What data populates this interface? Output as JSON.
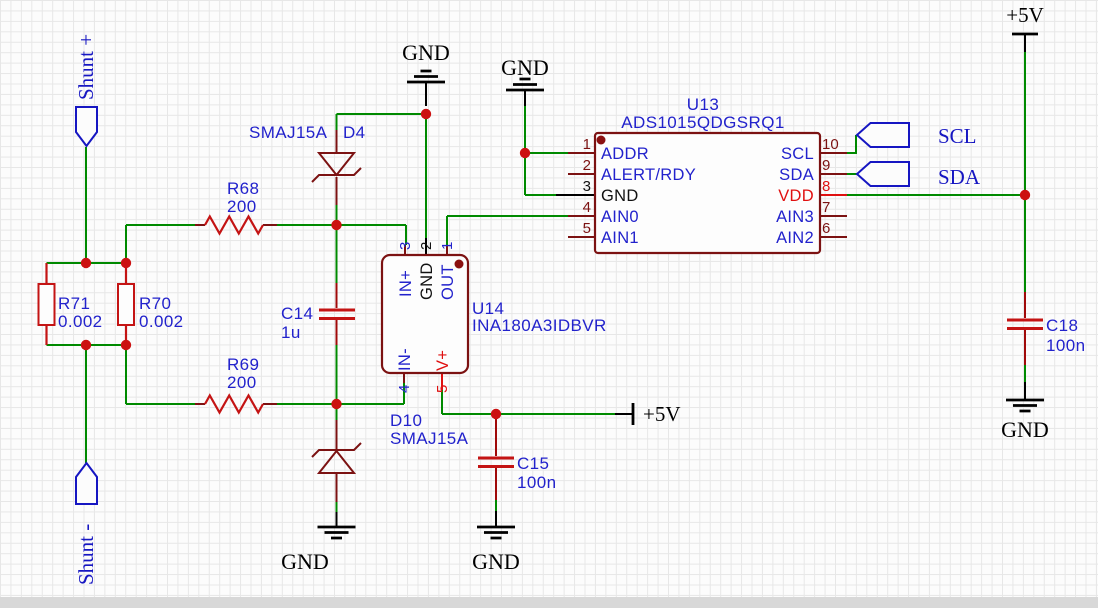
{
  "nets": {
    "shunt_plus": "Shunt +",
    "shunt_minus": "Shunt -",
    "scl": "SCL",
    "sda": "SDA",
    "gnd": "GND",
    "p5v": "+5V"
  },
  "components": {
    "R68": {
      "ref": "R68",
      "value": "200"
    },
    "R69": {
      "ref": "R69",
      "value": "200"
    },
    "R70": {
      "ref": "R70",
      "value": "0.002"
    },
    "R71": {
      "ref": "R71",
      "value": "0.002"
    },
    "C14": {
      "ref": "C14",
      "value": "1u"
    },
    "C15": {
      "ref": "C15",
      "value": "100n"
    },
    "C18": {
      "ref": "C18",
      "value": "100n"
    },
    "D4": {
      "ref": "D4",
      "value": "SMAJ15A"
    },
    "D10": {
      "ref": "D10",
      "value": "SMAJ15A"
    },
    "U13": {
      "ref": "U13",
      "part": "ADS1015QDGSRQ1",
      "pins_left": [
        {
          "num": "1",
          "name": "ADDR"
        },
        {
          "num": "2",
          "name": "ALERT/RDY"
        },
        {
          "num": "3",
          "name": "GND"
        },
        {
          "num": "4",
          "name": "AIN0"
        },
        {
          "num": "5",
          "name": "AIN1"
        }
      ],
      "pins_right": [
        {
          "num": "10",
          "name": "SCL"
        },
        {
          "num": "9",
          "name": "SDA"
        },
        {
          "num": "8",
          "name": "VDD"
        },
        {
          "num": "7",
          "name": "AIN3"
        },
        {
          "num": "6",
          "name": "AIN2"
        }
      ]
    },
    "U14": {
      "ref": "U14",
      "part": "INA180A3IDBVR",
      "pins_top": [
        {
          "num": "3",
          "name": "IN+"
        },
        {
          "num": "2",
          "name": "GND"
        },
        {
          "num": "1",
          "name": "OUT"
        }
      ],
      "pins_bottom": [
        {
          "num": "4",
          "name": "IN-"
        },
        {
          "num": "5",
          "name": "V+"
        }
      ]
    }
  },
  "colors": {
    "wire_green": "#008A00",
    "junction_red": "#CC1111",
    "component_red": "#C41414",
    "component_dark_red": "#7C1212",
    "mid_red": "#A00A0A",
    "hot_pin_red": "#E01010",
    "label_blue": "#2222CC",
    "net_label_blue": "#1616C2",
    "canvas": "#FCFCFC",
    "grid_line": "#E7E7E7",
    "bottom_strip": "#D8D8D8"
  }
}
